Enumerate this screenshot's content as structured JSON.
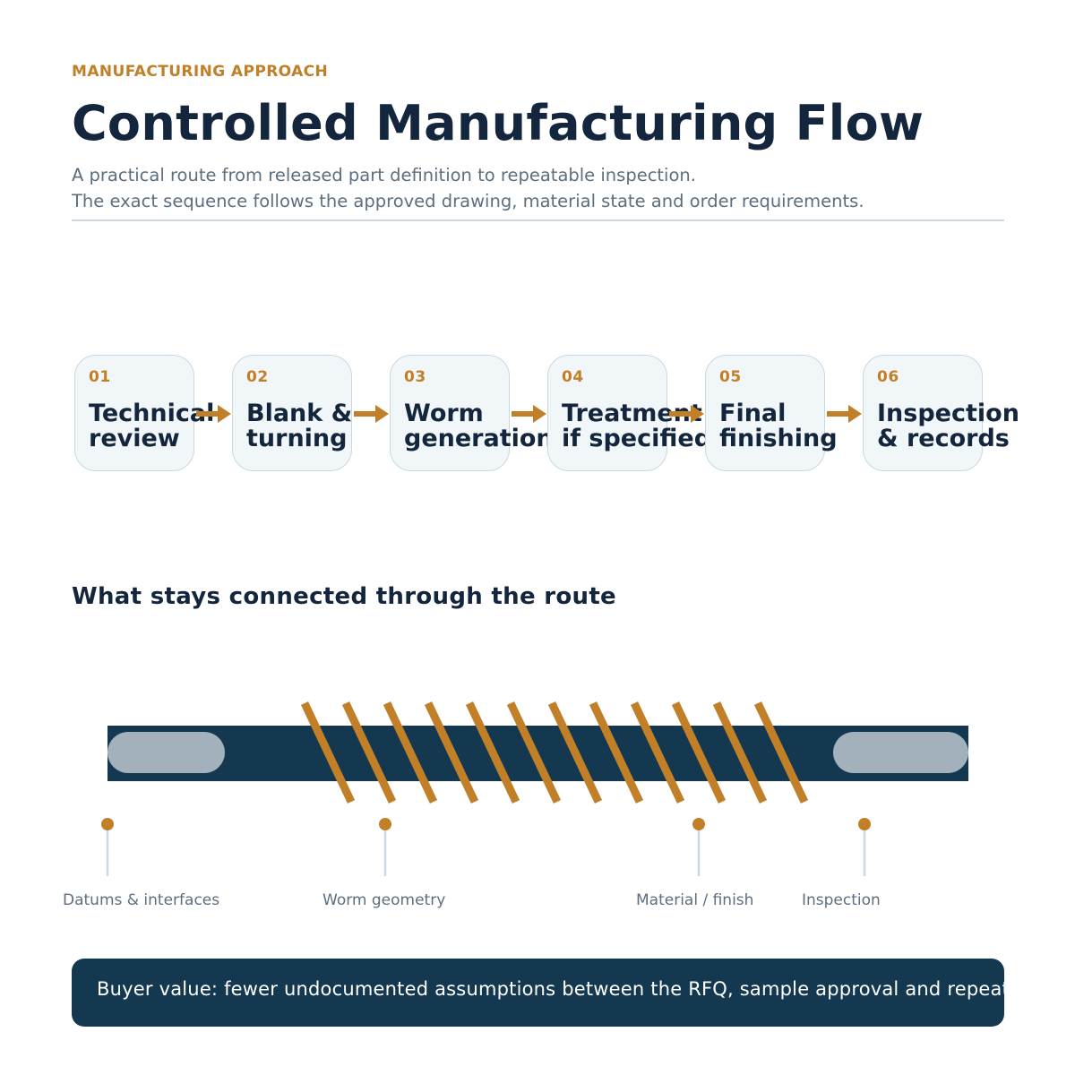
{
  "header": {
    "eyebrow": "MANUFACTURING APPROACH",
    "title": "Controlled Manufacturing Flow",
    "subtitle_line1": "A practical route from released part definition to repeatable inspection.",
    "subtitle_line2": "The exact sequence follows the approved drawing, material state and order requirements."
  },
  "steps": [
    {
      "num": "01",
      "line1": "Technical",
      "line2": "review"
    },
    {
      "num": "02",
      "line1": "Blank &",
      "line2": "turning"
    },
    {
      "num": "03",
      "line1": "Worm",
      "line2": "generation"
    },
    {
      "num": "04",
      "line1": "Treatment",
      "line2": "if specified"
    },
    {
      "num": "05",
      "line1": "Final",
      "line2": "finishing"
    },
    {
      "num": "06",
      "line1": "Inspection",
      "line2": "& records"
    }
  ],
  "section": {
    "title": "What stays connected through the route"
  },
  "shaft_callouts": [
    {
      "label": "Datums & interfaces"
    },
    {
      "label": "Worm geometry"
    },
    {
      "label": "Material / finish"
    },
    {
      "label": "Inspection"
    }
  ],
  "footer": {
    "text": "Buyer value: fewer undocumented assumptions between the RFQ, sample approval and repeat orders."
  },
  "colors": {
    "accent": "#c17f27",
    "navy": "#13263d",
    "shaft": "#13384f",
    "journal": "#a3b1bc",
    "step_bg": "#f1f6f9",
    "step_border": "#cbd6de",
    "muted": "#5d6f7f"
  }
}
